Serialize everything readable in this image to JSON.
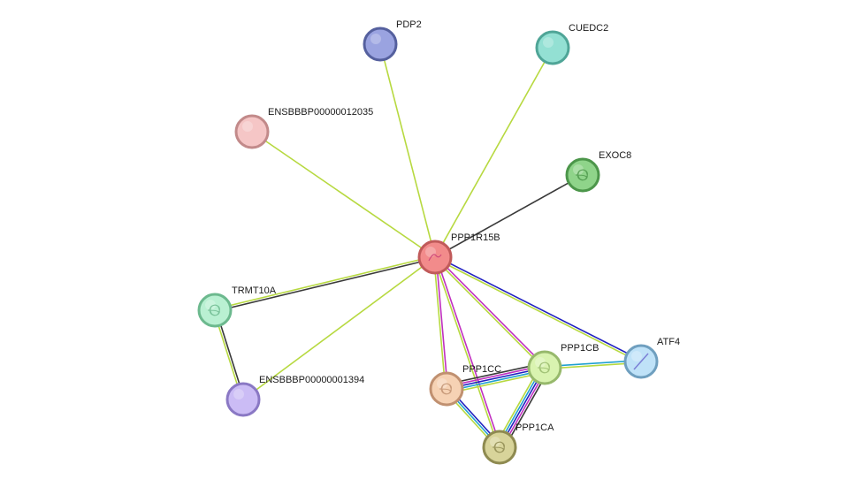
{
  "network": {
    "nodes": [
      {
        "id": "PPP1R15B",
        "label": "PPP1R15B",
        "fill": "#f28b8b",
        "stroke": "#c05a5a",
        "icon": "fold-glyph"
      },
      {
        "id": "PDP2",
        "label": "PDP2",
        "fill": "#9aa3e0",
        "stroke": "#55609e",
        "icon": "none"
      },
      {
        "id": "CUEDC2",
        "label": "CUEDC2",
        "fill": "#93e0d3",
        "stroke": "#4fa597",
        "icon": "none"
      },
      {
        "id": "ENSBBBP00000012035",
        "label": "ENSBBBP00000012035",
        "fill": "#f5c6c6",
        "stroke": "#c28a8a",
        "icon": "none"
      },
      {
        "id": "EXOC8",
        "label": "EXOC8",
        "fill": "#8fd48a",
        "stroke": "#4c964a",
        "icon": "structure-icon"
      },
      {
        "id": "TRMT10A",
        "label": "TRMT10A",
        "fill": "#b9f0d2",
        "stroke": "#6cb98e",
        "icon": "structure-icon"
      },
      {
        "id": "ENSBBBP00000001394",
        "label": "ENSBBBP00000001394",
        "fill": "#cbbcf5",
        "stroke": "#8a78c4",
        "icon": "none"
      },
      {
        "id": "PPP1CC",
        "label": "PPP1CC",
        "fill": "#f6d2b4",
        "stroke": "#c09070",
        "icon": "structure-icon"
      },
      {
        "id": "PPP1CB",
        "label": "PPP1CB",
        "fill": "#d9f3b0",
        "stroke": "#97b96c",
        "icon": "structure-icon"
      },
      {
        "id": "ATF4",
        "label": "ATF4",
        "fill": "#bfe2f8",
        "stroke": "#6f9fbf",
        "icon": "helix-icon"
      },
      {
        "id": "PPP1CA",
        "label": "PPP1CA",
        "fill": "#d8d49a",
        "stroke": "#8e8a50",
        "icon": "structure-icon"
      }
    ],
    "edges": [
      {
        "source": "PPP1R15B",
        "target": "PDP2",
        "colors": [
          "#b7d940"
        ]
      },
      {
        "source": "PPP1R15B",
        "target": "CUEDC2",
        "colors": [
          "#b7d940"
        ]
      },
      {
        "source": "PPP1R15B",
        "target": "ENSBBBP00000012035",
        "colors": [
          "#b7d940"
        ]
      },
      {
        "source": "PPP1R15B",
        "target": "EXOC8",
        "colors": [
          "#3a3a3a"
        ]
      },
      {
        "source": "PPP1R15B",
        "target": "TRMT10A",
        "colors": [
          "#3a3a3a",
          "#b7d940"
        ]
      },
      {
        "source": "PPP1R15B",
        "target": "ENSBBBP00000001394",
        "colors": [
          "#b7d940"
        ]
      },
      {
        "source": "PPP1R15B",
        "target": "PPP1CC",
        "colors": [
          "#c030c0",
          "#b7d940"
        ]
      },
      {
        "source": "PPP1R15B",
        "target": "PPP1CB",
        "colors": [
          "#c030c0",
          "#b7d940"
        ]
      },
      {
        "source": "PPP1R15B",
        "target": "PPP1CA",
        "colors": [
          "#c030c0",
          "#b7d940"
        ]
      },
      {
        "source": "PPP1R15B",
        "target": "ATF4",
        "colors": [
          "#2020c0",
          "#b7d940"
        ]
      },
      {
        "source": "TRMT10A",
        "target": "ENSBBBP00000001394",
        "colors": [
          "#3a3a3a",
          "#b7d940"
        ]
      },
      {
        "source": "PPP1CB",
        "target": "ATF4",
        "colors": [
          "#20a0d0",
          "#b7d940"
        ]
      },
      {
        "source": "PPP1CC",
        "target": "PPP1CB",
        "colors": [
          "#3a3a3a",
          "#c030c0",
          "#2020c0",
          "#20a0d0",
          "#b7d940"
        ]
      },
      {
        "source": "PPP1CC",
        "target": "PPP1CA",
        "colors": [
          "#2020c0",
          "#20a0d0",
          "#b7d940"
        ]
      },
      {
        "source": "PPP1CB",
        "target": "PPP1CA",
        "colors": [
          "#3a3a3a",
          "#c030c0",
          "#2020c0",
          "#20a0d0",
          "#b7d940"
        ]
      }
    ]
  }
}
